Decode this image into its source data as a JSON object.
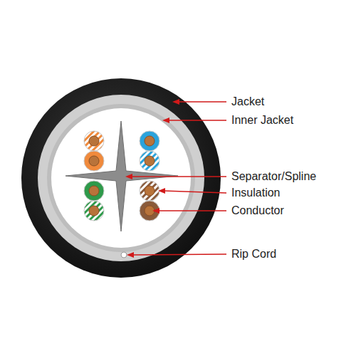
{
  "diagram": {
    "labels": [
      "Jacket",
      "Inner Jacket",
      "Separator/Spline",
      "Insulation",
      "Conductor",
      "Rip Cord"
    ]
  }
}
